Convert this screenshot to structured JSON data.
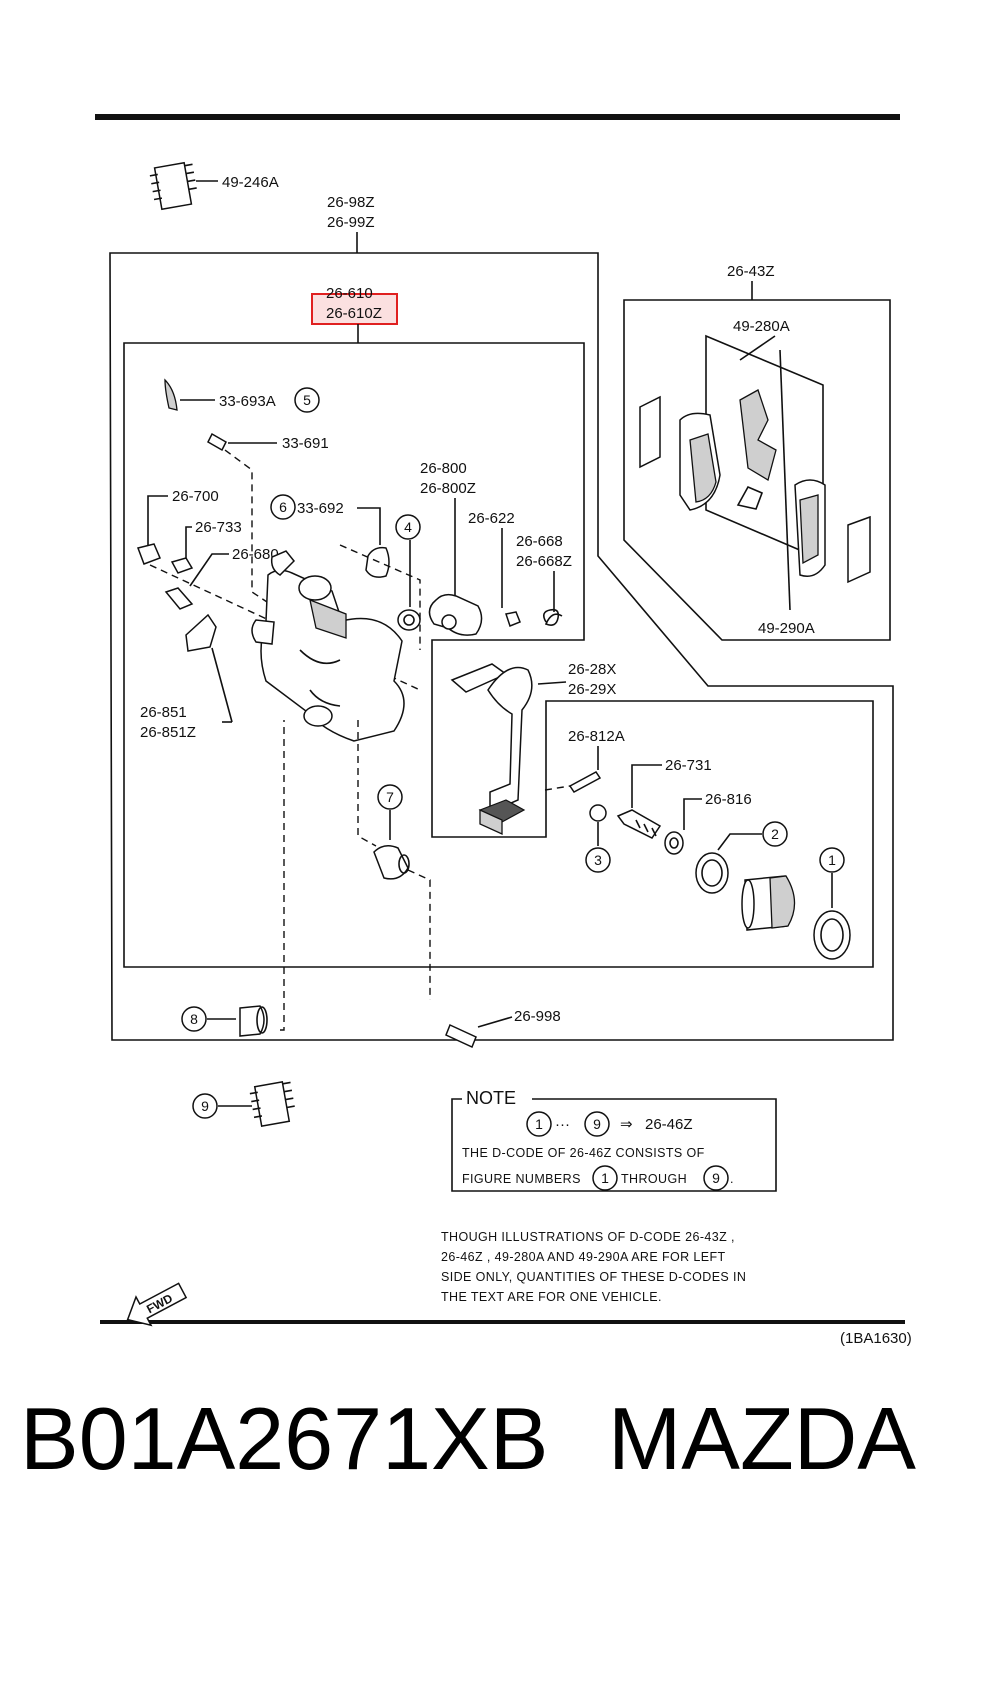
{
  "labels": {
    "tag_49_246a": "49-246A",
    "caliper_assy_a": "26-98Z",
    "caliper_assy_b": "26-99Z",
    "highlight_a": "26-610",
    "highlight_b": "26-610Z",
    "pad_set": "26-43Z",
    "shim": "49-280A",
    "pad": "49-290A",
    "cap": "33-693A",
    "bleeder": "33-691",
    "boot_6": "33-692",
    "bracket_a": "26-800",
    "bracket_b": "26-800Z",
    "spring_622": "26-622",
    "spring_668a": "26-668",
    "spring_668b": "26-668Z",
    "bolt_700": "26-700",
    "bolt_733": "26-733",
    "bolt_680": "26-680",
    "clip_851a": "26-851",
    "clip_851b": "26-851Z",
    "lever_28x": "26-28X",
    "lever_29x": "26-29X",
    "pin_812a": "26-812A",
    "pin_731": "26-731",
    "washer_816": "26-816",
    "bolt_998": "26-998"
  },
  "circled": {
    "n1": "1",
    "n2": "2",
    "n3": "3",
    "n4": "4",
    "n5": "5",
    "n6": "6",
    "n7": "7",
    "n8": "8",
    "n9": "9"
  },
  "note": {
    "title": "NOTE",
    "range_sep": "···",
    "arrow": "⇒",
    "set_code": "26-46Z",
    "line2": "THE D-CODE OF  26-46Z CONSISTS OF",
    "line3_a": "FIGURE NUMBERS",
    "line3_b": "THROUGH",
    "line3_c": "."
  },
  "disclaimer": {
    "line1": "THOUGH ILLUSTRATIONS OF D-CODE 26-43Z ,",
    "line2": "26-46Z , 49-280A AND 49-290A  ARE FOR LEFT",
    "line3": "SIDE ONLY, QUANTITIES OF THESE D-CODES IN",
    "line4": "THE TEXT ARE FOR ONE VEHICLE."
  },
  "fwd_label": "FWD",
  "diagram_code": "(1BA1630)",
  "footer": {
    "part_number": "B01A2671XB",
    "brand": "MAZDA"
  },
  "colors": {
    "highlight": "#e02020",
    "ink": "#111111"
  },
  "icons": [
    "grease-packet-icon",
    "fwd-arrow-icon"
  ]
}
